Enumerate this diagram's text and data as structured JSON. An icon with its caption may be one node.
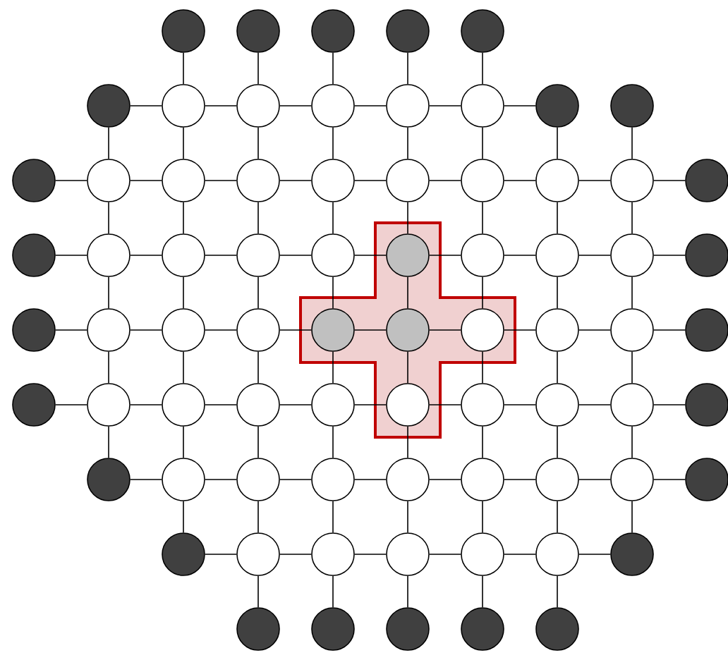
{
  "diagram": {
    "nodes": [
      {
        "text": [],
        "shape": "circle"
      },
      {
        "text": [],
        "shape": "circle"
      },
      {
        "text": [],
        "shape": "circle"
      },
      {
        "text": [],
        "shape": "circle"
      },
      {
        "text": [],
        "shape": "circle"
      },
      {
        "text": [],
        "shape": "circle"
      },
      {
        "text": [],
        "shape": "circle"
      },
      {
        "text": [],
        "shape": "circle"
      },
      {
        "text": [],
        "shape": "circle"
      },
      {
        "text": [],
        "shape": "circle"
      },
      {
        "text": [],
        "shape": "circle"
      },
      {
        "text": [],
        "shape": "circle"
      },
      {
        "text": [],
        "shape": "circle"
      },
      {
        "text": [],
        "shape": "circle"
      },
      {
        "text": [],
        "shape": "circle"
      },
      {
        "text": [],
        "shape": "circle"
      },
      {
        "text": [],
        "shape": "circle"
      },
      {
        "text": [],
        "shape": "circle"
      },
      {
        "text": [],
        "shape": "circle"
      },
      {
        "text": [],
        "shape": "circle"
      },
      {
        "text": [],
        "shape": "circle"
      },
      {
        "text": [],
        "shape": "circle"
      },
      {
        "text": [],
        "shape": "circle"
      },
      {
        "text": [],
        "shape": "circle"
      },
      {
        "text": [],
        "shape": "circle"
      },
      {
        "text": [],
        "shape": "circle"
      },
      {
        "text": [],
        "shape": "circle"
      },
      {
        "text": [],
        "shape": "circle"
      },
      {
        "text": [],
        "shape": "circle"
      },
      {
        "text": [],
        "shape": "circle"
      },
      {
        "text": [],
        "shape": "circle"
      },
      {
        "text": [],
        "shape": "circle"
      },
      {
        "text": [],
        "shape": "circle"
      },
      {
        "text": [],
        "shape": "circle"
      },
      {
        "text": [],
        "shape": "circle"
      },
      {
        "text": [],
        "shape": "circle"
      },
      {
        "text": [],
        "shape": "circle"
      },
      {
        "text": [],
        "shape": "circle"
      },
      {
        "text": [],
        "shape": "circle"
      },
      {
        "text": [],
        "shape": "circle"
      },
      {
        "text": [],
        "shape": "circle"
      },
      {
        "text": [],
        "shape": "circle"
      },
      {
        "text": [],
        "shape": "circle"
      },
      {
        "text": [],
        "shape": "circle"
      },
      {
        "text": [],
        "shape": "circle"
      },
      {
        "text": [],
        "shape": "circle"
      },
      {
        "text": [],
        "shape": "circle"
      },
      {
        "text": [],
        "shape": "circle"
      },
      {
        "text": [],
        "shape": "circle"
      },
      {
        "text": [],
        "shape": "circle"
      },
      {
        "text": [],
        "shape": "circle"
      },
      {
        "text": [],
        "shape": "circle"
      },
      {
        "text": [],
        "shape": "circle"
      },
      {
        "text": [],
        "shape": "circle"
      },
      {
        "text": [],
        "shape": "circle"
      },
      {
        "text": [],
        "shape": "circle"
      },
      {
        "text": [],
        "shape": "circle"
      },
      {
        "text": [],
        "shape": "circle"
      },
      {
        "text": [],
        "shape": "circle"
      },
      {
        "text": [],
        "shape": "circle"
      },
      {
        "text": [],
        "shape": "circle"
      },
      {
        "text": [],
        "shape": "circle"
      },
      {
        "text": [],
        "shape": "circle"
      },
      {
        "text": [],
        "shape": "circle"
      },
      {
        "text": [],
        "shape": "circle"
      },
      {
        "text": [],
        "shape": "circle"
      },
      {
        "text": [],
        "shape": "circle"
      },
      {
        "text": [],
        "shape": "circle"
      },
      {
        "text": [],
        "shape": "circle"
      },
      {
        "text": [],
        "shape": "circle"
      },
      {
        "text": [],
        "shape": "circle"
      },
      {
        "text": [],
        "shape": "circle"
      },
      {
        "text": [],
        "shape": "circle"
      },
      {
        "text": [],
        "shape": "circle"
      }
    ],
    "edges": [
      {
        "from": 5,
        "to": 6,
        "arrow": "none"
      },
      {
        "from": 6,
        "to": 7,
        "arrow": "none"
      },
      {
        "from": 7,
        "to": 8,
        "arrow": "none"
      },
      {
        "from": 8,
        "to": 9,
        "arrow": "none"
      },
      {
        "from": 9,
        "to": 10,
        "arrow": "none"
      },
      {
        "from": 10,
        "to": 11,
        "arrow": "none"
      },
      {
        "from": 13,
        "to": 14,
        "arrow": "none"
      },
      {
        "from": 14,
        "to": 15,
        "arrow": "none"
      },
      {
        "from": 15,
        "to": 16,
        "arrow": "none"
      },
      {
        "from": 16,
        "to": 17,
        "arrow": "none"
      },
      {
        "from": 17,
        "to": 18,
        "arrow": "none"
      },
      {
        "from": 18,
        "to": 19,
        "arrow": "none"
      },
      {
        "from": 19,
        "to": 20,
        "arrow": "none"
      },
      {
        "from": 20,
        "to": 21,
        "arrow": "none"
      },
      {
        "from": 21,
        "to": 22,
        "arrow": "none"
      },
      {
        "from": 23,
        "to": 24,
        "arrow": "none"
      },
      {
        "from": 24,
        "to": 25,
        "arrow": "none"
      },
      {
        "from": 25,
        "to": 26,
        "arrow": "none"
      },
      {
        "from": 26,
        "to": 27,
        "arrow": "none"
      },
      {
        "from": 27,
        "to": 28,
        "arrow": "none"
      },
      {
        "from": 28,
        "to": 29,
        "arrow": "none"
      },
      {
        "from": 29,
        "to": 30,
        "arrow": "none"
      },
      {
        "from": 30,
        "to": 31,
        "arrow": "none"
      },
      {
        "from": 31,
        "to": 32,
        "arrow": "none"
      },
      {
        "from": 33,
        "to": 34,
        "arrow": "none"
      },
      {
        "from": 34,
        "to": 35,
        "arrow": "none"
      },
      {
        "from": 35,
        "to": 36,
        "arrow": "none"
      },
      {
        "from": 36,
        "to": 37,
        "arrow": "none"
      },
      {
        "from": 37,
        "to": 38,
        "arrow": "none"
      },
      {
        "from": 38,
        "to": 39,
        "arrow": "none"
      },
      {
        "from": 39,
        "to": 40,
        "arrow": "none"
      },
      {
        "from": 40,
        "to": 41,
        "arrow": "none"
      },
      {
        "from": 41,
        "to": 42,
        "arrow": "none"
      },
      {
        "from": 43,
        "to": 44,
        "arrow": "none"
      },
      {
        "from": 44,
        "to": 45,
        "arrow": "none"
      },
      {
        "from": 45,
        "to": 46,
        "arrow": "none"
      },
      {
        "from": 46,
        "to": 47,
        "arrow": "none"
      },
      {
        "from": 47,
        "to": 48,
        "arrow": "none"
      },
      {
        "from": 48,
        "to": 49,
        "arrow": "none"
      },
      {
        "from": 49,
        "to": 50,
        "arrow": "none"
      },
      {
        "from": 50,
        "to": 51,
        "arrow": "none"
      },
      {
        "from": 51,
        "to": 52,
        "arrow": "none"
      },
      {
        "from": 53,
        "to": 54,
        "arrow": "none"
      },
      {
        "from": 54,
        "to": 55,
        "arrow": "none"
      },
      {
        "from": 55,
        "to": 56,
        "arrow": "none"
      },
      {
        "from": 56,
        "to": 57,
        "arrow": "none"
      },
      {
        "from": 57,
        "to": 58,
        "arrow": "none"
      },
      {
        "from": 58,
        "to": 59,
        "arrow": "none"
      },
      {
        "from": 59,
        "to": 60,
        "arrow": "none"
      },
      {
        "from": 60,
        "to": 61,
        "arrow": "none"
      },
      {
        "from": 62,
        "to": 63,
        "arrow": "none"
      },
      {
        "from": 63,
        "to": 64,
        "arrow": "none"
      },
      {
        "from": 64,
        "to": 65,
        "arrow": "none"
      },
      {
        "from": 65,
        "to": 66,
        "arrow": "none"
      },
      {
        "from": 66,
        "to": 67,
        "arrow": "none"
      },
      {
        "from": 67,
        "to": 68,
        "arrow": "none"
      },
      {
        "from": 0,
        "to": 6,
        "arrow": "none"
      },
      {
        "from": 1,
        "to": 7,
        "arrow": "none"
      },
      {
        "from": 2,
        "to": 8,
        "arrow": "none"
      },
      {
        "from": 3,
        "to": 9,
        "arrow": "none"
      },
      {
        "from": 4,
        "to": 10,
        "arrow": "none"
      },
      {
        "from": 5,
        "to": 14,
        "arrow": "none"
      },
      {
        "from": 6,
        "to": 15,
        "arrow": "none"
      },
      {
        "from": 7,
        "to": 16,
        "arrow": "none"
      },
      {
        "from": 8,
        "to": 17,
        "arrow": "none"
      },
      {
        "from": 9,
        "to": 18,
        "arrow": "none"
      },
      {
        "from": 10,
        "to": 19,
        "arrow": "none"
      },
      {
        "from": 11,
        "to": 20,
        "arrow": "none"
      },
      {
        "from": 12,
        "to": 21,
        "arrow": "none"
      },
      {
        "from": 14,
        "to": 24,
        "arrow": "none"
      },
      {
        "from": 15,
        "to": 25,
        "arrow": "none"
      },
      {
        "from": 16,
        "to": 26,
        "arrow": "none"
      },
      {
        "from": 17,
        "to": 27,
        "arrow": "none"
      },
      {
        "from": 18,
        "to": 28,
        "arrow": "none"
      },
      {
        "from": 19,
        "to": 29,
        "arrow": "none"
      },
      {
        "from": 20,
        "to": 30,
        "arrow": "none"
      },
      {
        "from": 21,
        "to": 31,
        "arrow": "none"
      },
      {
        "from": 24,
        "to": 34,
        "arrow": "none"
      },
      {
        "from": 25,
        "to": 35,
        "arrow": "none"
      },
      {
        "from": 26,
        "to": 36,
        "arrow": "none"
      },
      {
        "from": 27,
        "to": 37,
        "arrow": "none"
      },
      {
        "from": 28,
        "to": 38,
        "arrow": "none"
      },
      {
        "from": 29,
        "to": 39,
        "arrow": "none"
      },
      {
        "from": 30,
        "to": 40,
        "arrow": "none"
      },
      {
        "from": 31,
        "to": 41,
        "arrow": "none"
      },
      {
        "from": 34,
        "to": 44,
        "arrow": "none"
      },
      {
        "from": 35,
        "to": 45,
        "arrow": "none"
      },
      {
        "from": 36,
        "to": 46,
        "arrow": "none"
      },
      {
        "from": 37,
        "to": 47,
        "arrow": "none"
      },
      {
        "from": 38,
        "to": 48,
        "arrow": "none"
      },
      {
        "from": 39,
        "to": 49,
        "arrow": "none"
      },
      {
        "from": 40,
        "to": 50,
        "arrow": "none"
      },
      {
        "from": 41,
        "to": 51,
        "arrow": "none"
      },
      {
        "from": 44,
        "to": 53,
        "arrow": "none"
      },
      {
        "from": 45,
        "to": 54,
        "arrow": "none"
      },
      {
        "from": 46,
        "to": 55,
        "arrow": "none"
      },
      {
        "from": 47,
        "to": 56,
        "arrow": "none"
      },
      {
        "from": 48,
        "to": 57,
        "arrow": "none"
      },
      {
        "from": 49,
        "to": 58,
        "arrow": "none"
      },
      {
        "from": 50,
        "to": 59,
        "arrow": "none"
      },
      {
        "from": 51,
        "to": 60,
        "arrow": "none"
      },
      {
        "from": 54,
        "to": 62,
        "arrow": "none"
      },
      {
        "from": 55,
        "to": 63,
        "arrow": "none"
      },
      {
        "from": 56,
        "to": 64,
        "arrow": "none"
      },
      {
        "from": 57,
        "to": 65,
        "arrow": "none"
      },
      {
        "from": 58,
        "to": 66,
        "arrow": "none"
      },
      {
        "from": 59,
        "to": 67,
        "arrow": "none"
      },
      {
        "from": 60,
        "to": 68,
        "arrow": "none"
      },
      {
        "from": 63,
        "to": 69,
        "arrow": "none"
      },
      {
        "from": 64,
        "to": 70,
        "arrow": "none"
      },
      {
        "from": 65,
        "to": 71,
        "arrow": "none"
      },
      {
        "from": 66,
        "to": 72,
        "arrow": "none"
      },
      {
        "from": 67,
        "to": 73,
        "arrow": "none"
      }
    ]
  }
}
